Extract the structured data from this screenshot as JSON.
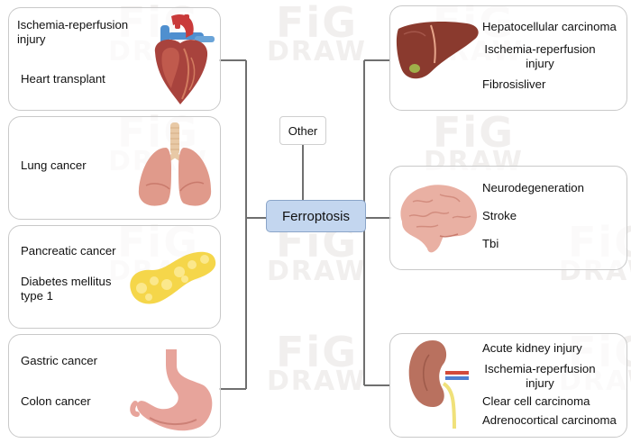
{
  "center": {
    "label": "Ferroptosis"
  },
  "other": {
    "label": "Other"
  },
  "watermark": {
    "line1": "FiG",
    "line2": "DRAW"
  },
  "left_groups": [
    {
      "organ": "heart",
      "items": [
        "Ischemia-reperfusion\ninjury",
        "Heart transplant"
      ]
    },
    {
      "organ": "lungs",
      "items": [
        "Lung cancer"
      ]
    },
    {
      "organ": "pancreas",
      "items": [
        "Pancreatic cancer",
        "Diabetes mellitus\ntype 1"
      ]
    },
    {
      "organ": "stomach",
      "items": [
        "Gastric cancer",
        "Colon cancer"
      ]
    }
  ],
  "right_groups": [
    {
      "organ": "liver",
      "items": [
        "Hepatocellular carcinoma",
        "Ischemia-reperfusion\ninjury",
        "Fibrosisliver"
      ]
    },
    {
      "organ": "brain",
      "items": [
        "Neurodegeneration",
        "Stroke",
        "Tbi"
      ]
    },
    {
      "organ": "kidney",
      "items": [
        "Acute kidney injury",
        "Ischemia-reperfusion\ninjury",
        "Clear cell carcinoma",
        "Adrenocortical carcinoma"
      ]
    }
  ],
  "colors": {
    "connector": "#6f6f6f",
    "center_fill": "#c3d6ef",
    "card_border": "#c9c9c9"
  }
}
